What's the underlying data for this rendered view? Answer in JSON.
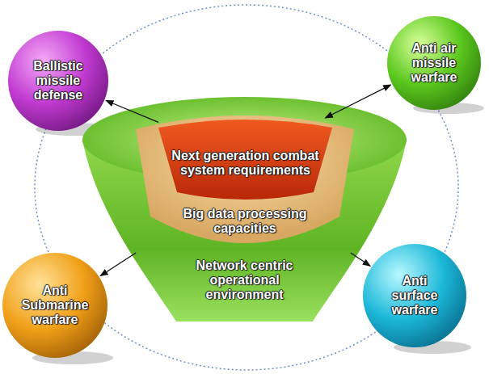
{
  "diagram": {
    "nodes": [
      {
        "text": [
          "Ballistic missile defense"
        ]
      },
      {
        "text": [
          "Anti air missile warfare"
        ]
      },
      {
        "text": [
          "Network centric operational environment"
        ]
      },
      {
        "text": [
          "Big data processing capacities"
        ],
        "in": 2
      },
      {
        "text": [
          "Next generation combat system requirements"
        ],
        "in": 3
      },
      {
        "text": [
          "Anti Submarine warfare"
        ]
      },
      {
        "text": [
          "Anti surface warfare"
        ]
      }
    ],
    "edges": [
      {
        "from": 4,
        "to": 0,
        "arrow": "to"
      },
      {
        "from": 4,
        "to": 1,
        "arrow": "both"
      },
      {
        "from": 3,
        "to": 5,
        "arrow": "to"
      },
      {
        "from": 3,
        "to": 6,
        "arrow": "to"
      }
    ]
  }
}
